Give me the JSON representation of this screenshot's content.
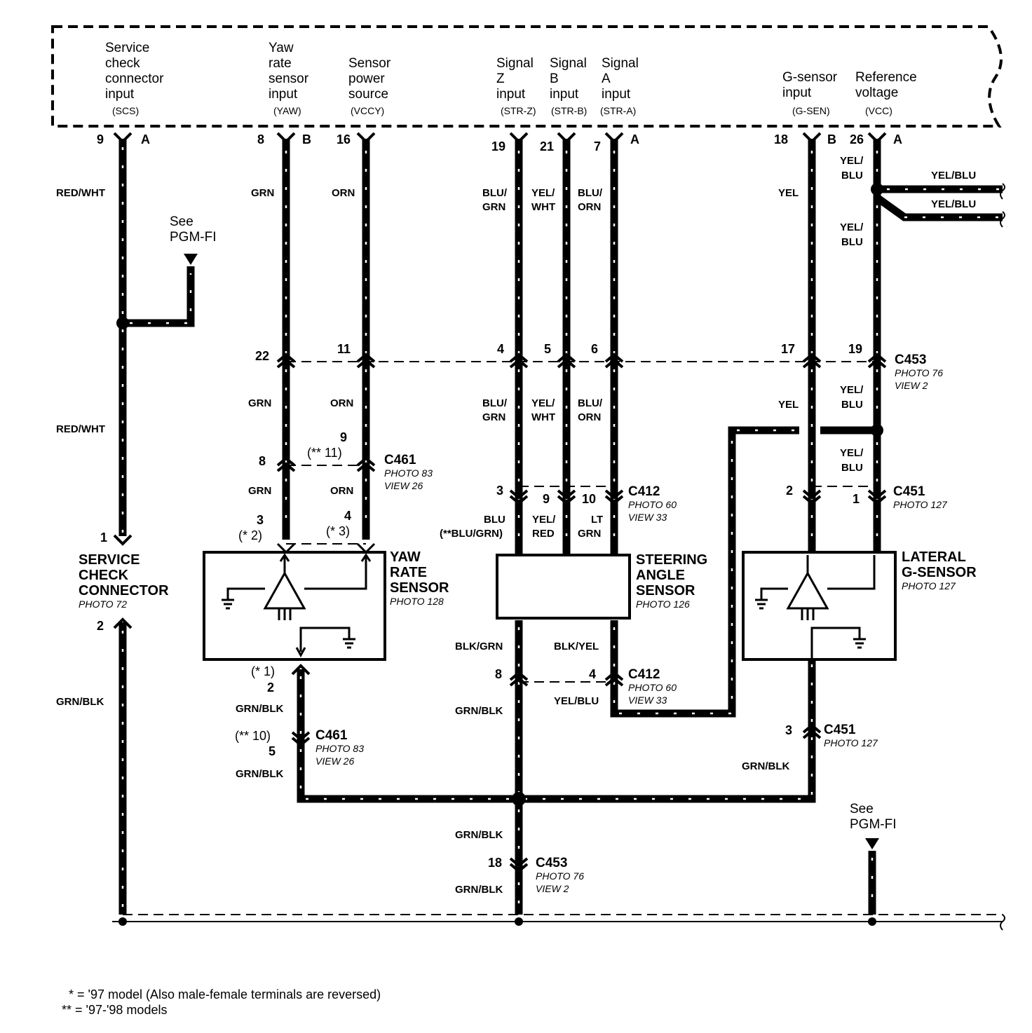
{
  "ecu_terminals": [
    {
      "desc": [
        "Service",
        "check",
        "connector",
        "input"
      ],
      "code": "(SCS)",
      "pin": "9",
      "plug": "A"
    },
    {
      "desc": [
        "Yaw",
        "rate",
        "sensor",
        "input"
      ],
      "code": "(YAW)",
      "pin": "8",
      "plug": "B"
    },
    {
      "desc": [
        "Sensor",
        "power",
        "source"
      ],
      "code": "(VCCY)",
      "pin": "16"
    },
    {
      "desc": [
        "Signal",
        "Z",
        "input"
      ],
      "code": "(STR-Z)",
      "pin": "19"
    },
    {
      "desc": [
        "Signal",
        "B",
        "input"
      ],
      "code": "(STR-B)",
      "pin": "21"
    },
    {
      "desc": [
        "Signal",
        "A",
        "input"
      ],
      "code": "(STR-A)",
      "pin": "7",
      "plug": "A"
    },
    {
      "desc": [
        "G-sensor",
        "input"
      ],
      "code": "(G-SEN)",
      "pin": "18",
      "plug": "B"
    },
    {
      "desc": [
        "Reference",
        "voltage"
      ],
      "code": "(VCC)",
      "pin": "26",
      "plug": "A"
    }
  ],
  "wire_colors": {
    "red_wht": "RED/WHT",
    "grn": "GRN",
    "orn": "ORN",
    "blu_grn": [
      "BLU/",
      "GRN"
    ],
    "yel_wht": [
      "YEL/",
      "WHT"
    ],
    "blu_orn": [
      "BLU/",
      "ORN"
    ],
    "yel": "YEL",
    "yel_blu_stack": [
      "YEL/",
      "BLU"
    ],
    "yel_blu": "YEL/BLU",
    "grn_blk": "GRN/BLK",
    "blu": "BLU",
    "blu_grn_alt": "(**BLU/GRN)",
    "yel_red": [
      "YEL/",
      "RED"
    ],
    "lt_grn": [
      "LT",
      "GRN"
    ],
    "blk_grn": "BLK/GRN",
    "blk_yel": "BLK/YEL"
  },
  "see_pgmfi": [
    "See",
    "PGM-FI"
  ],
  "connectors": {
    "c453": {
      "name": "C453",
      "photo": "PHOTO 76",
      "view": "VIEW 2",
      "pins": [
        "22",
        "11",
        "4",
        "5",
        "6",
        "17",
        "19"
      ],
      "ground_pin": "18"
    },
    "c461_top": {
      "name": "C461",
      "photo": "PHOTO 83",
      "view": "VIEW 26",
      "pin_a": "8",
      "pin_b": "9",
      "pin_b_alt": "(** 11)"
    },
    "c461_bottom": {
      "name": "C461",
      "photo": "PHOTO 83",
      "view": "VIEW 26",
      "pin_alt": "(** 10)",
      "pin": "5"
    },
    "c412_top": {
      "name": "C412",
      "photo": "PHOTO 60",
      "view": "VIEW 33",
      "pins": [
        "3",
        "9",
        "10"
      ]
    },
    "c412_bottom": {
      "name": "C412",
      "photo": "PHOTO 60",
      "view": "VIEW 33",
      "pins": [
        "8",
        "4"
      ]
    },
    "c451_top": {
      "name": "C451",
      "photo": "PHOTO 127",
      "pins": [
        "2",
        "1"
      ]
    },
    "c451_bottom": {
      "name": "C451",
      "photo": "PHOTO 127",
      "pin": "3"
    }
  },
  "components": {
    "scc": {
      "name": [
        "SERVICE",
        "CHECK",
        "CONNECTOR"
      ],
      "photo": "PHOTO 72",
      "pin_top": "1",
      "pin_bottom": "2"
    },
    "yaw": {
      "name": [
        "YAW",
        "RATE",
        "SENSOR"
      ],
      "photo": "PHOTO 128",
      "pin3": "3",
      "pin3_alt": "(* 2)",
      "pin4": "4",
      "pin4_alt": "(* 3)",
      "pin2": "2",
      "pin2_alt": "(* 1)"
    },
    "steering": {
      "name": [
        "STEERING",
        "ANGLE",
        "SENSOR"
      ],
      "photo": "PHOTO 126"
    },
    "gsensor": {
      "name": [
        "LATERAL",
        "G-SENSOR"
      ],
      "photo": "PHOTO 127"
    }
  },
  "footnotes": [
    "  * = '97 model (Also male-female terminals are reversed)",
    "** = '97-'98 models"
  ]
}
